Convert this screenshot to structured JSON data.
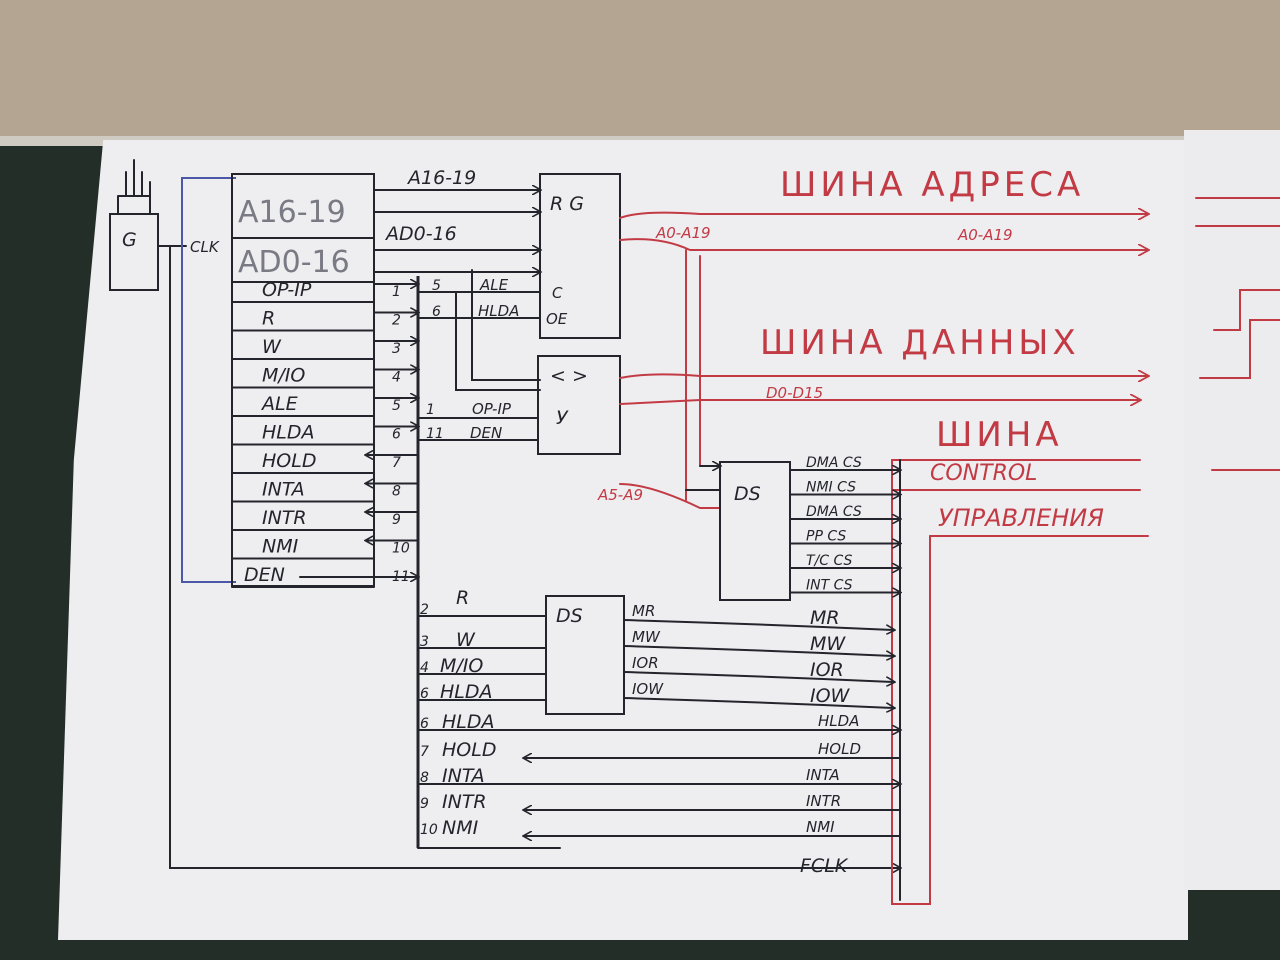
{
  "generator": {
    "label": "G",
    "clk": "CLK"
  },
  "cpu": {
    "high_addr": "A16-19",
    "low_addr": "AD0-16",
    "pins": [
      "OP-IP",
      "R",
      "W",
      "M/IO",
      "ALE",
      "HLDA",
      "HOLD",
      "INTA",
      "INTR",
      "NMI",
      "DEN"
    ]
  },
  "top_buses": {
    "a1619": "A16-19",
    "ad016": "AD0-16"
  },
  "bus_numbers": [
    "1",
    "2",
    "3",
    "4",
    "5",
    "6",
    "7",
    "8",
    "9",
    "10",
    "11"
  ],
  "latch": {
    "label": "R G",
    "c": "C",
    "oe": "OE",
    "in_nums": [
      "5",
      "6"
    ],
    "in_labels": [
      "ALE",
      "HLDA"
    ]
  },
  "transceiver": {
    "sym": "< >",
    "label": "У",
    "in_nums": [
      "1",
      "11"
    ],
    "in_labels": [
      "OP-IP",
      "DEN"
    ]
  },
  "addr_bus": {
    "title": "ШИНА АДРЕСА",
    "seg1": "A0-A19",
    "seg2": "A0-A19"
  },
  "data_bus": {
    "title": "ШИНА ДАННЫХ",
    "seg": "D0-D15"
  },
  "control_bus": {
    "title1": "ШИНА",
    "title2": "CONTROL",
    "title3": "УПРАВЛЕНИЯ"
  },
  "decoder1": {
    "label": "DS",
    "input": "A5-A9",
    "outputs": [
      "DMA CS",
      "NMI CS",
      "DMA CS",
      "PP CS",
      "T/C CS",
      "INT CS"
    ]
  },
  "decoder2": {
    "label": "DS",
    "inputs": [
      {
        "num": "2",
        "name": "R"
      },
      {
        "num": "3",
        "name": "W"
      },
      {
        "num": "4",
        "name": "M/IO"
      },
      {
        "num": "6",
        "name": "HLDA"
      }
    ],
    "outputs": [
      "MR",
      "MW",
      "IOR",
      "IOW"
    ],
    "bus_outputs": [
      "MR",
      "MW",
      "IOR",
      "IOW"
    ]
  },
  "lower_lines": [
    {
      "num": "6",
      "name": "HLDA",
      "right": "HLDA"
    },
    {
      "num": "7",
      "name": "HOLD",
      "right": "HOLD"
    },
    {
      "num": "8",
      "name": "INTA",
      "right": "INTA"
    },
    {
      "num": "9",
      "name": "INTR",
      "right": "INTR"
    },
    {
      "num": "10",
      "name": "NMI",
      "right": "NMI"
    }
  ],
  "fclk": "FCLK"
}
